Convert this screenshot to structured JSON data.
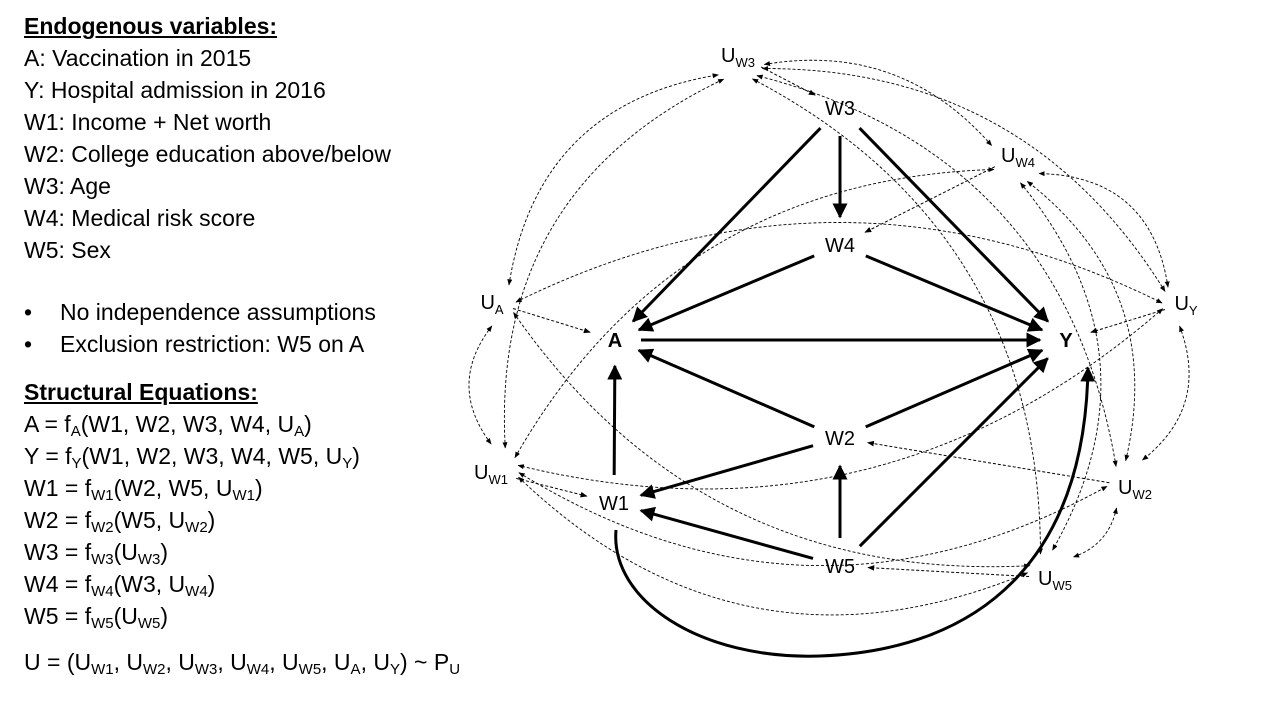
{
  "endogenous": {
    "heading": "Endogenous variables:",
    "items": [
      "A: Vaccination in 2015",
      "Y: Hospital admission in 2016",
      "W1: Income + Net worth",
      "W2: College education above/below",
      "W3: Age",
      "W4: Medical risk score",
      "W5: Sex"
    ]
  },
  "assumptions": {
    "bullet_glyph": "•",
    "items": [
      "No independence assumptions",
      "Exclusion restriction: W5 on A"
    ]
  },
  "structural": {
    "heading": "Structural Equations:",
    "equations": [
      [
        "A = f",
        "A",
        "(W1, W2, W3, W4, U",
        "A",
        ")"
      ],
      [
        "Y = f",
        "Y",
        "(W1, W2, W3, W4, W5, U",
        "Y",
        ")"
      ],
      [
        "W1 = f",
        "W1",
        "(W2, W5, U",
        "W1",
        ")"
      ],
      [
        "W2 = f",
        "W2",
        "(W5, U",
        "W2",
        ")"
      ],
      [
        "W3 = f",
        "W3",
        "(U",
        "W3",
        ")"
      ],
      [
        "W4 = f",
        "W4",
        "(W3, U",
        "W4",
        ")"
      ],
      [
        "W5 = f",
        "W5",
        "(U",
        "W5",
        ")"
      ]
    ],
    "u_definition": [
      "U = (U",
      "W1",
      ", U",
      "W2",
      ", U",
      "W3",
      ", U",
      "W4",
      ", U",
      "W5",
      ", U",
      "A",
      ", U",
      "Y",
      ") ~ P",
      "U"
    ]
  },
  "diagram": {
    "nodes": [
      {
        "id": "A",
        "label": "A",
        "bold": true
      },
      {
        "id": "Y",
        "label": "Y",
        "bold": true
      },
      {
        "id": "W1",
        "label": "W1"
      },
      {
        "id": "W2",
        "label": "W2"
      },
      {
        "id": "W3",
        "label": "W3"
      },
      {
        "id": "W4",
        "label": "W4"
      },
      {
        "id": "W5",
        "label": "W5"
      },
      {
        "id": "UA",
        "label": "U",
        "sub": "A"
      },
      {
        "id": "UY",
        "label": "U",
        "sub": "Y"
      },
      {
        "id": "UW1",
        "label": "U",
        "sub": "W1"
      },
      {
        "id": "UW2",
        "label": "U",
        "sub": "W2"
      },
      {
        "id": "UW3",
        "label": "U",
        "sub": "W3"
      },
      {
        "id": "UW4",
        "label": "U",
        "sub": "W4"
      },
      {
        "id": "UW5",
        "label": "U",
        "sub": "W5"
      }
    ],
    "causal_edges": [
      [
        "W3",
        "A"
      ],
      [
        "W3",
        "W4"
      ],
      [
        "W3",
        "Y"
      ],
      [
        "W4",
        "A"
      ],
      [
        "W4",
        "Y"
      ],
      [
        "A",
        "Y"
      ],
      [
        "W2",
        "A"
      ],
      [
        "W2",
        "Y"
      ],
      [
        "W2",
        "W1"
      ],
      [
        "W1",
        "A"
      ],
      [
        "W1",
        "Y"
      ],
      [
        "W5",
        "W1"
      ],
      [
        "W5",
        "W2"
      ],
      [
        "W5",
        "Y"
      ]
    ],
    "exogenous_edges": [
      [
        "UA",
        "A"
      ],
      [
        "UY",
        "Y"
      ],
      [
        "UW1",
        "W1"
      ],
      [
        "UW2",
        "W2"
      ],
      [
        "UW3",
        "W3"
      ],
      [
        "UW4",
        "W4"
      ],
      [
        "UW5",
        "W5"
      ]
    ],
    "dependency_edges": [
      [
        "UA",
        "UY"
      ],
      [
        "UA",
        "UW1"
      ],
      [
        "UA",
        "UW3"
      ],
      [
        "UA",
        "UW5"
      ],
      [
        "UY",
        "UW2"
      ],
      [
        "UY",
        "UW4"
      ],
      [
        "UY",
        "UW3"
      ],
      [
        "UY",
        "UW1"
      ],
      [
        "UW1",
        "UW3"
      ],
      [
        "UW1",
        "UW4"
      ],
      [
        "UW1",
        "UW2"
      ],
      [
        "UW1",
        "UW5"
      ],
      [
        "UW2",
        "UW5"
      ],
      [
        "UW2",
        "UW4"
      ],
      [
        "UW2",
        "UW3"
      ],
      [
        "UW3",
        "UW4"
      ],
      [
        "UW3",
        "UW5"
      ],
      [
        "UW4",
        "UW5"
      ]
    ]
  }
}
